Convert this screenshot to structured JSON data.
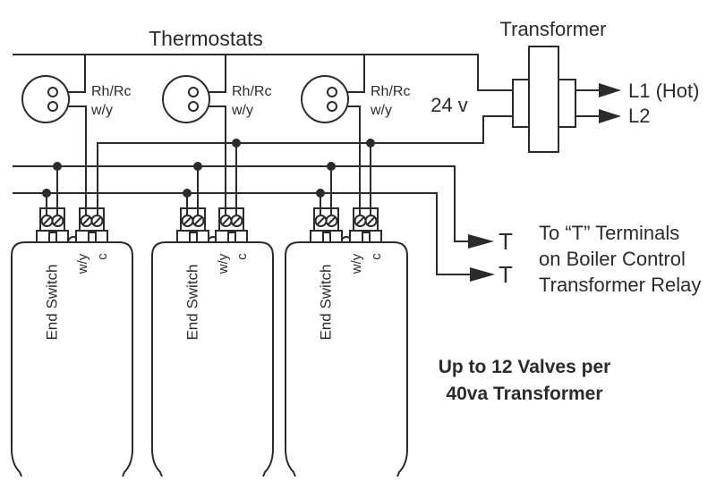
{
  "colors": {
    "line": "#2b2b2b",
    "text": "#2b2b2b",
    "background": "#ffffff"
  },
  "title": "Thermostats",
  "thermostats": [
    {
      "top_terminal": "Rh/Rc",
      "bottom_terminal": "w/y"
    },
    {
      "top_terminal": "Rh/Rc",
      "bottom_terminal": "w/y"
    },
    {
      "top_terminal": "Rh/Rc",
      "bottom_terminal": "w/y"
    }
  ],
  "transformer": {
    "label": "Transformer",
    "primary_voltage": "24 v",
    "l1": "L1 (Hot)",
    "l2": "L2"
  },
  "valves": [
    {
      "end_switch": "End Switch",
      "wy": "w/y",
      "c": "c"
    },
    {
      "end_switch": "End Switch",
      "wy": "w/y",
      "c": "c"
    },
    {
      "end_switch": "End Switch",
      "wy": "w/y",
      "c": "c"
    }
  ],
  "t_terminals": {
    "upper": "T",
    "lower": "T",
    "note_line1": "To “T” Terminals",
    "note_line2": "on Boiler Control",
    "note_line3": "Transformer Relay"
  },
  "caption": {
    "line1": "Up to 12 Valves per",
    "line2": "40va Transformer"
  }
}
